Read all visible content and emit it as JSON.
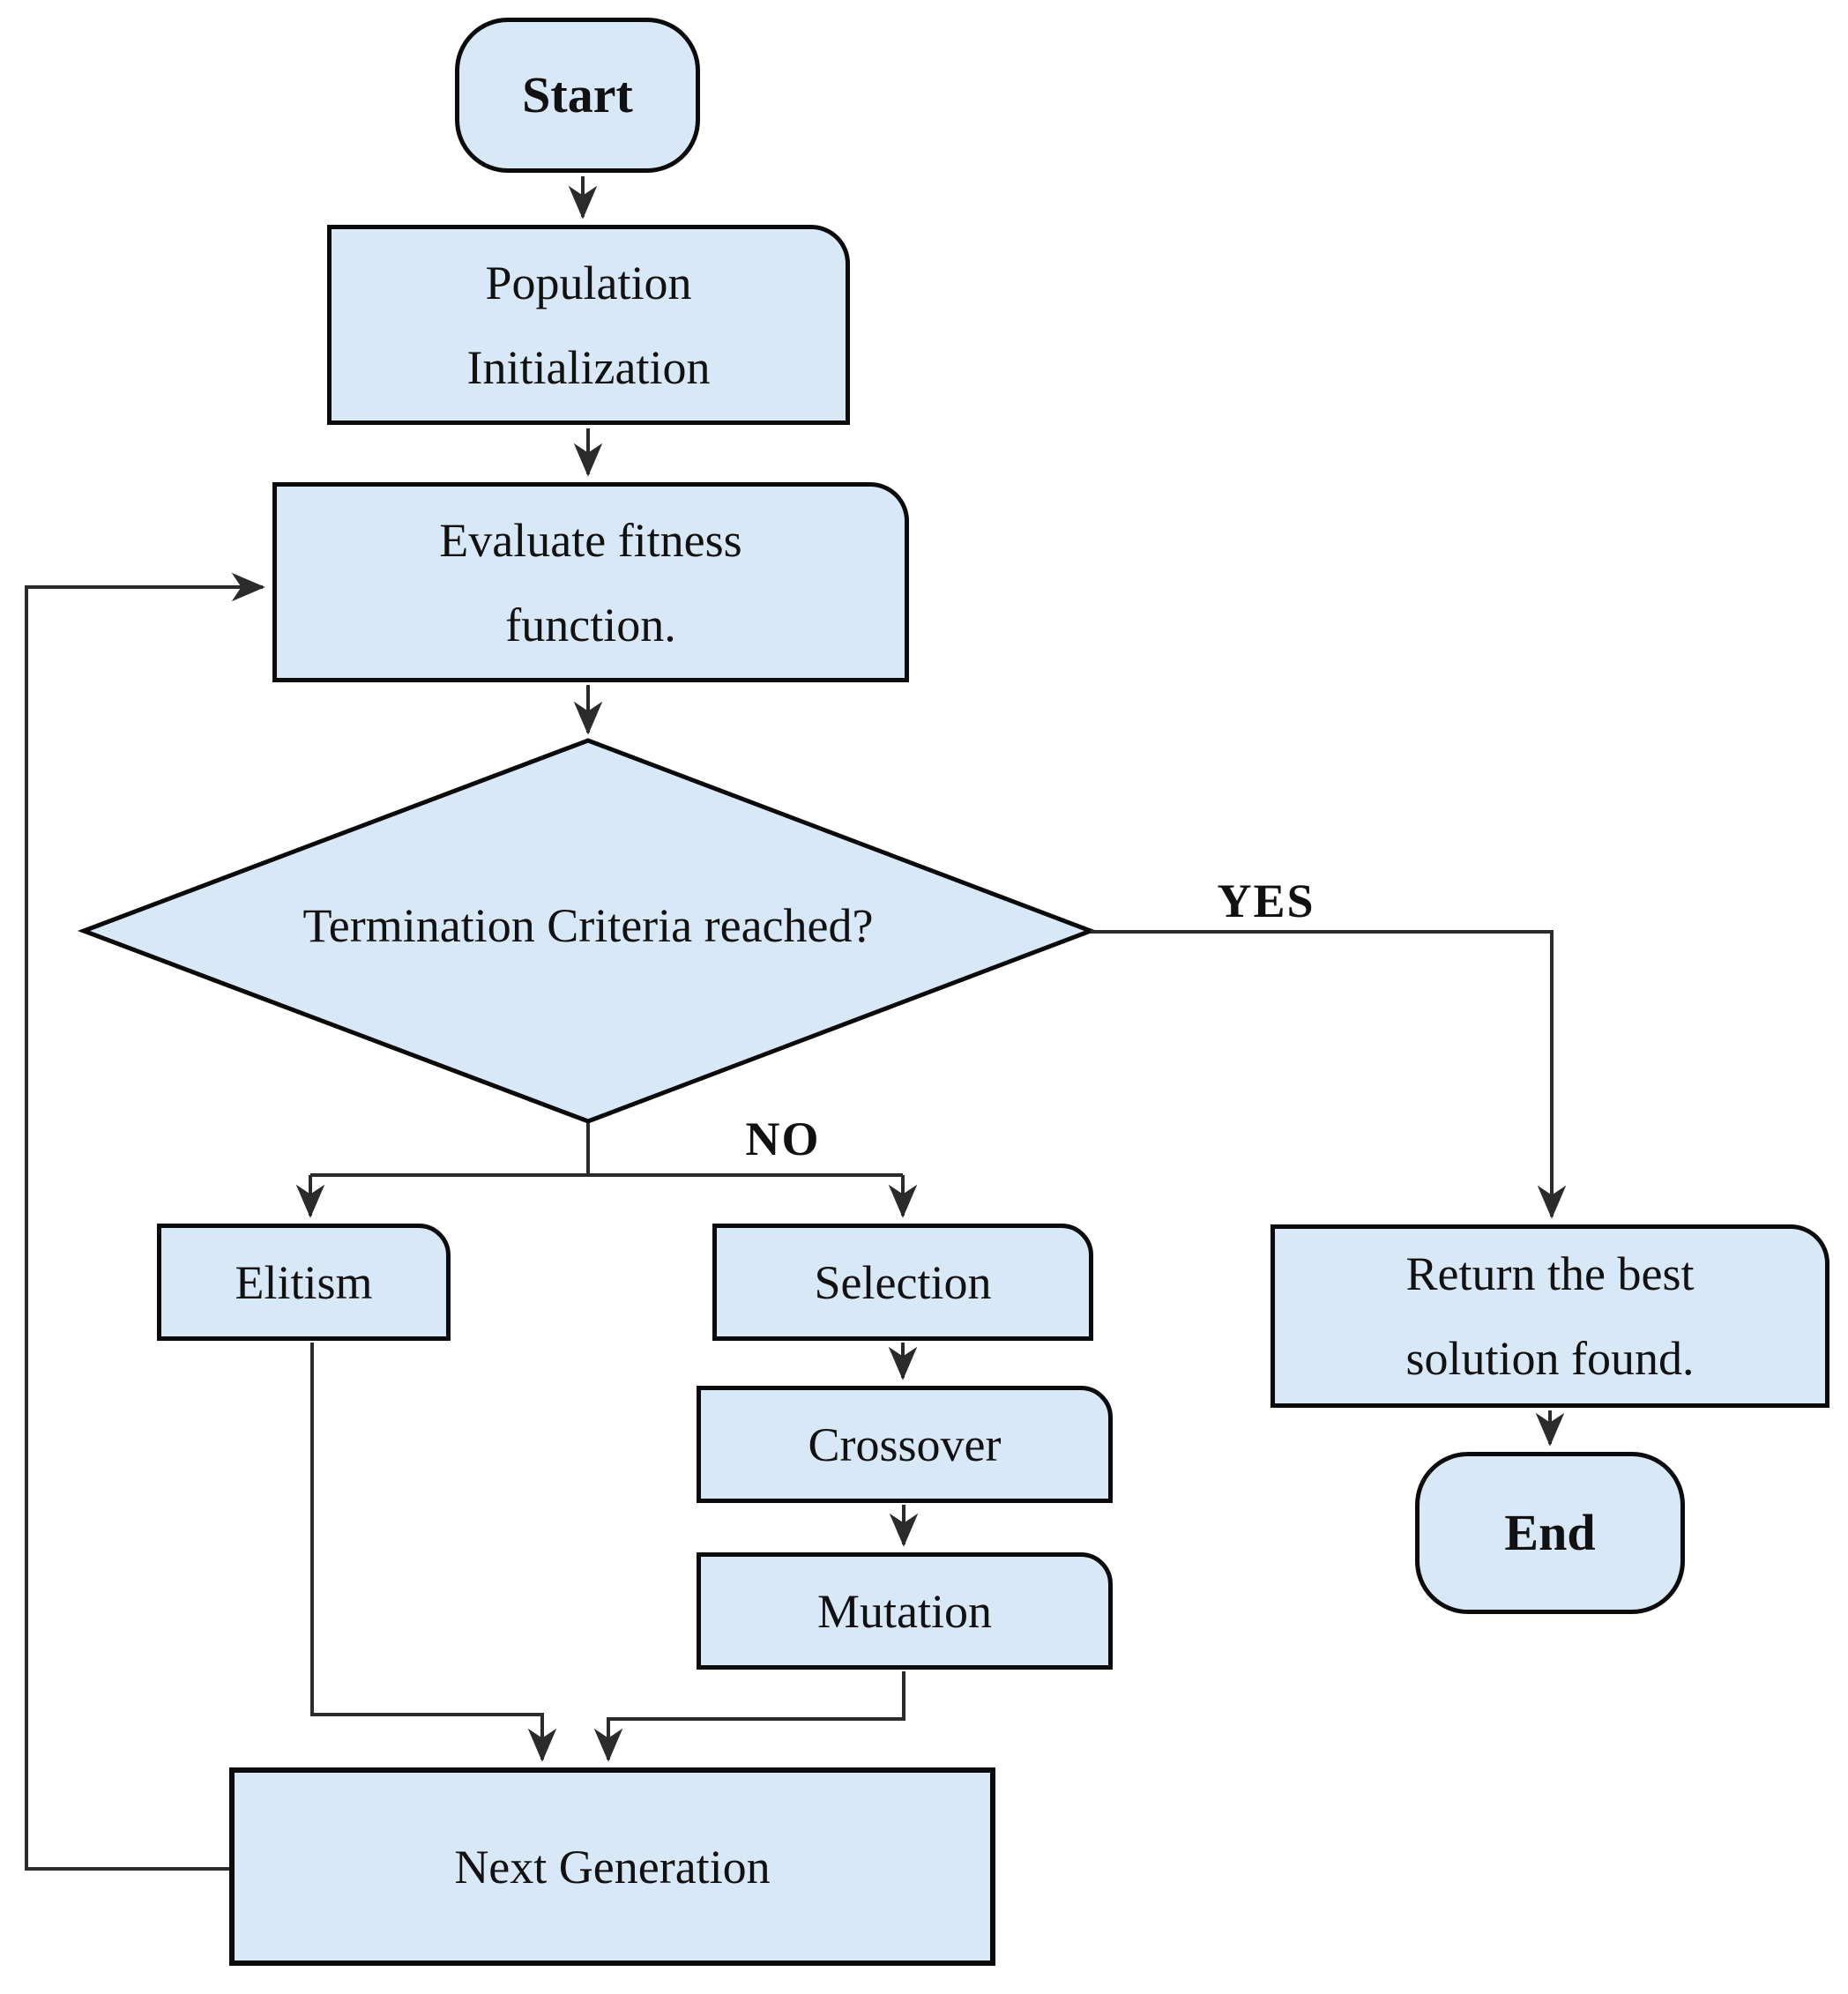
{
  "colors": {
    "node_fill": "#d9e8f6",
    "node_border": "#0b0b0b",
    "connector": "#2b2b2b",
    "text": "#111111",
    "background": "#ffffff"
  },
  "nodes": {
    "start": {
      "type": "terminator",
      "label": "Start"
    },
    "population_initialization": {
      "type": "process",
      "lines": [
        "Population",
        "Initialization"
      ]
    },
    "evaluate_fitness": {
      "type": "process",
      "lines": [
        "Evaluate fitness",
        "function."
      ]
    },
    "termination_criteria": {
      "type": "decision",
      "lines": [
        "Termination Criteria",
        "reached?"
      ]
    },
    "elitism": {
      "type": "process",
      "label": "Elitism"
    },
    "selection": {
      "type": "process",
      "label": "Selection"
    },
    "crossover": {
      "type": "process",
      "label": "Crossover"
    },
    "mutation": {
      "type": "process",
      "label": "Mutation"
    },
    "return_best_solution": {
      "type": "process",
      "lines": [
        "Return the best",
        "solution found."
      ]
    },
    "end": {
      "type": "terminator",
      "label": "End"
    },
    "next_generation": {
      "type": "process",
      "label": "Next Generation"
    }
  },
  "edge_labels": {
    "yes": "YES",
    "no": "NO"
  }
}
